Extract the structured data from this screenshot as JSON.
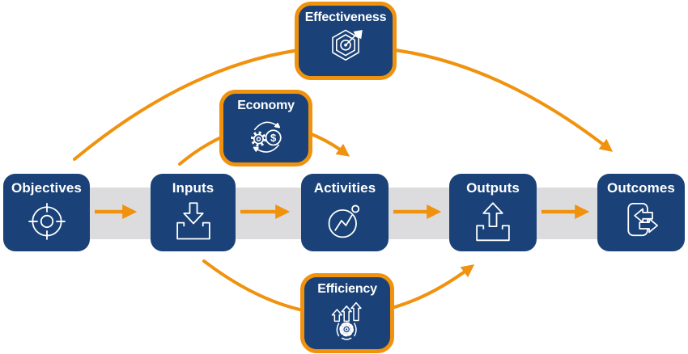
{
  "stages": [
    {
      "label": "Objectives",
      "icon": "target-crosshair-icon"
    },
    {
      "label": "Inputs",
      "icon": "tray-arrow-down-icon"
    },
    {
      "label": "Activities",
      "icon": "activity-trend-circle-icon"
    },
    {
      "label": "Outputs",
      "icon": "tray-arrow-up-icon"
    },
    {
      "label": "Outcomes",
      "icon": "exchange-arrows-icon"
    }
  ],
  "overlays": [
    {
      "label": "Effectiveness",
      "icon": "hexagon-target-dart-icon",
      "from": "Objectives",
      "to": "Outcomes"
    },
    {
      "label": "Economy",
      "icon": "gear-dollar-cycle-icon",
      "from": "Inputs",
      "to": "Activities"
    },
    {
      "label": "Efficiency",
      "icon": "rising-arrows-gear-icon",
      "from": "Inputs",
      "to": "Outputs"
    }
  ],
  "icons": {
    "dollar_glyph": "$"
  },
  "colors": {
    "navy": "#1A4278",
    "orange": "#F0920E",
    "band_gray": "#DCDCDE",
    "label_text": "#FFFFFF",
    "background": "#FFFFFF"
  }
}
